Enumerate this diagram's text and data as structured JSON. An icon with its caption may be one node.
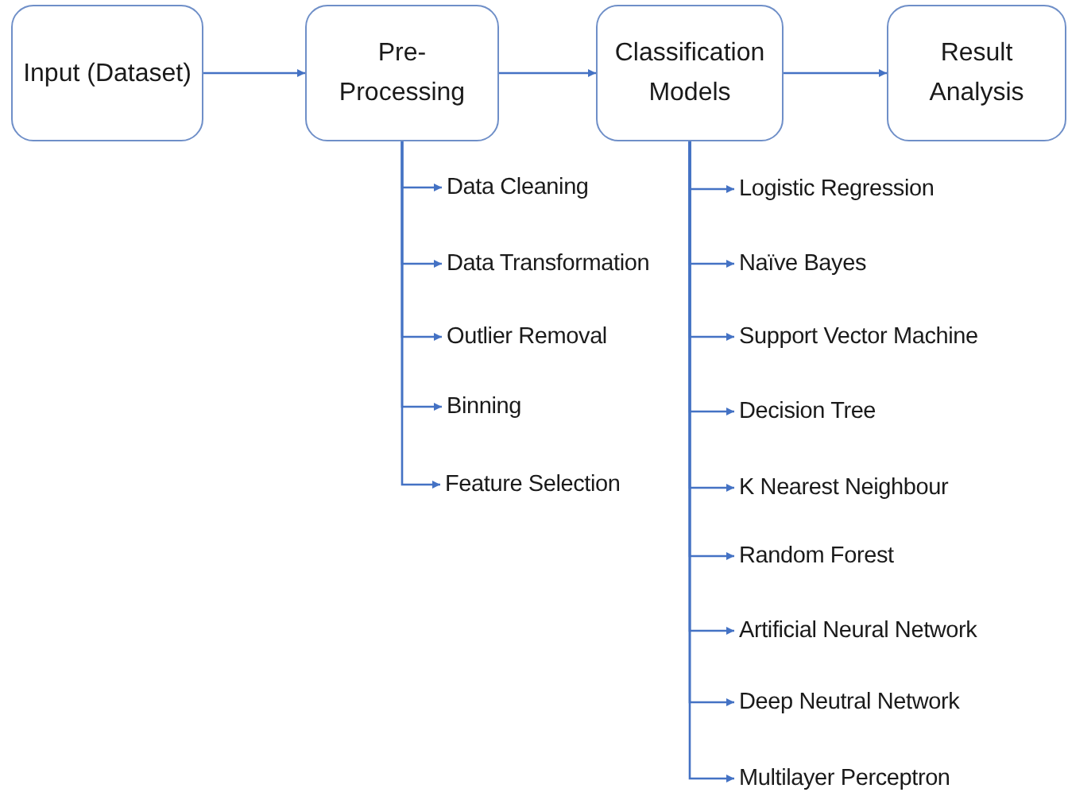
{
  "diagram": {
    "nodes": [
      {
        "text": [
          "Input (Dataset)"
        ]
      },
      {
        "text": [
          "Pre- Processing"
        ]
      },
      {
        "text": [
          "Classification Models"
        ]
      },
      {
        "text": [
          "Result Analysis"
        ]
      },
      {
        "text": [
          "Data Cleaning"
        ]
      },
      {
        "text": [
          "Data Transformation"
        ]
      },
      {
        "text": [
          "Outlier Removal"
        ]
      },
      {
        "text": [
          "Binning"
        ]
      },
      {
        "text": [
          "Feature Selection"
        ]
      },
      {
        "text": [
          "Logistic Regression"
        ]
      },
      {
        "text": [
          "Naïve Bayes"
        ]
      },
      {
        "text": [
          "Support Vector Machine"
        ]
      },
      {
        "text": [
          "Decision Tree"
        ]
      },
      {
        "text": [
          "K Nearest Neighbour"
        ]
      },
      {
        "text": [
          "Random Forest"
        ]
      },
      {
        "text": [
          "Artificial Neural Network"
        ]
      },
      {
        "text": [
          "Deep Neutral Network"
        ]
      },
      {
        "text": [
          "Multilayer Perceptron"
        ]
      }
    ],
    "edges": [
      {
        "from": 0,
        "to": 1,
        "arrow": "to"
      },
      {
        "from": 1,
        "to": 2,
        "arrow": "to"
      },
      {
        "from": 2,
        "to": 3,
        "arrow": "to"
      },
      {
        "from": 1,
        "to": 4,
        "arrow": "to"
      },
      {
        "from": 1,
        "to": 5,
        "arrow": "to"
      },
      {
        "from": 1,
        "to": 6,
        "arrow": "to"
      },
      {
        "from": 1,
        "to": 7,
        "arrow": "to"
      },
      {
        "from": 1,
        "to": 8,
        "arrow": "to"
      },
      {
        "from": 2,
        "to": 9,
        "arrow": "to"
      },
      {
        "from": 2,
        "to": 10,
        "arrow": "to"
      },
      {
        "from": 2,
        "to": 11,
        "arrow": "to"
      },
      {
        "from": 2,
        "to": 12,
        "arrow": "to"
      },
      {
        "from": 2,
        "to": 13,
        "arrow": "to"
      },
      {
        "from": 2,
        "to": 14,
        "arrow": "to"
      },
      {
        "from": 2,
        "to": 15,
        "arrow": "to"
      },
      {
        "from": 2,
        "to": 16,
        "arrow": "to"
      },
      {
        "from": 2,
        "to": 17,
        "arrow": "to"
      }
    ]
  }
}
